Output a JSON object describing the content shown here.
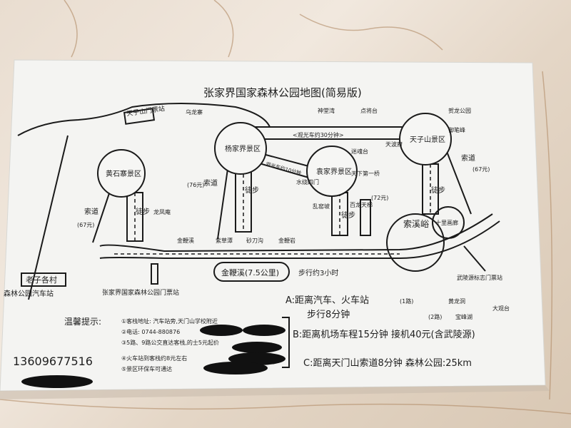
{
  "title": "张家界国家森林公园地图(简易版)",
  "areas": {
    "huangshizhai": "黄石寨景区",
    "yangjiajie": "杨家界景区",
    "yuanjiajie": "袁家界景区",
    "tianzishan": "天子山景区"
  },
  "stations": {
    "tianzishan_gate": "天子山门票站",
    "zhangjiajie_gate": "张家界国家森林公园门票站",
    "wulingyuan_gate": "武陵源标志门票站",
    "laozi_village": "老子各村",
    "bus_station": "森林公园汽车站"
  },
  "cableways": {
    "yangjiajie": "索道",
    "yangjiajie_price": "(76元)",
    "huangshizhai": "索道",
    "huangshizhai_price": "(67元)",
    "tianzishan": "索道",
    "tianzishan_price": "(67元)",
    "bailong": "百龙天梯",
    "bailong_price": "(72元)"
  },
  "walk": "徒步",
  "spots": [
    "龙凤庵",
    "神堂湾",
    "点将台",
    "贺龙公园",
    "御笔峰",
    "天下第一桥",
    "迷魂台",
    "乌龙寨",
    "天波府",
    "水绕四门",
    "金鞭溪",
    "紫草潭",
    "乱窑坡",
    "砂刀沟",
    "金鞭岩",
    "黄龙洞",
    "宝峰湖",
    "大观台",
    "十里画廊",
    "索溪峪"
  ],
  "routes": {
    "bus_note": "<观光车约30分钟>",
    "bus_note2": "观光车约10分钟",
    "golden_whip": "金鞭溪(7.5公里)",
    "golden_whip_time": "步行约3小时",
    "bus1": "(1路)",
    "bus2": "(2路)"
  },
  "notes": {
    "a_line1": "A:距离汽车、火车站",
    "a_line2": "步行8分钟",
    "b_line": "B:距离机场车程15分钟  接机40元(含武陵源)",
    "c_line": "C:距离天门山索道8分钟  森林公园:25km",
    "tips_label": "温馨提示:",
    "tip1": "①客栈地址: 汽车站旁,天门山学校附近",
    "tip2": "②电话: 0744-880876",
    "tip3": "③5路、9路公交直达客栈,的士5元起价",
    "tip4": "④火车站到客栈约8元左右",
    "tip5": "⑤景区环保车可通达",
    "phone": "13609677516"
  },
  "colors": {
    "ink": "#1a1a1a",
    "paper": "#f6f6f4",
    "marble": "#e9ddd0"
  }
}
